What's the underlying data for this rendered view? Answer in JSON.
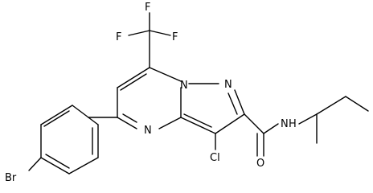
{
  "molecule": {
    "atoms": [
      {
        "id": "F1",
        "label": "F"
      },
      {
        "id": "F2",
        "label": "F"
      },
      {
        "id": "F3",
        "label": "F"
      },
      {
        "id": "N1",
        "label": "N"
      },
      {
        "id": "N2",
        "label": "N"
      },
      {
        "id": "N4",
        "label": "N"
      },
      {
        "id": "Cl",
        "label": "Cl"
      },
      {
        "id": "O",
        "label": "O"
      },
      {
        "id": "NH_N",
        "label": "N"
      },
      {
        "id": "NH_H",
        "label": "H"
      },
      {
        "id": "Br",
        "label": "Br"
      }
    ]
  }
}
